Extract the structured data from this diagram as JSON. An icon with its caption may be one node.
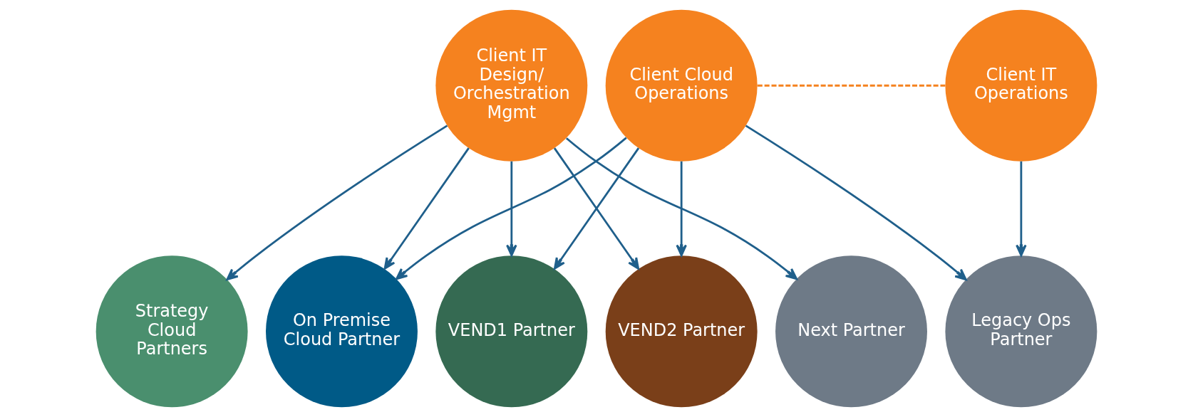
{
  "diagram": {
    "nodes": [
      {
        "text": [
          "Client IT Design/ Orchestration Mgmt"
        ]
      },
      {
        "text": [
          "Client Cloud Operations"
        ]
      },
      {
        "text": [
          "Client IT Operations"
        ]
      },
      {
        "text": [
          "Strategy Cloud Partners"
        ]
      },
      {
        "text": [
          "On Premise Cloud Partner"
        ]
      },
      {
        "text": [
          "VEND1 Partner"
        ]
      },
      {
        "text": [
          "VEND2 Partner"
        ]
      },
      {
        "text": [
          "Next Partner"
        ]
      },
      {
        "text": [
          "Legacy Ops Partner"
        ]
      }
    ],
    "edges": [
      {
        "from": 0,
        "to": 3,
        "arrow": "to"
      },
      {
        "from": 0,
        "to": 4,
        "arrow": "to"
      },
      {
        "from": 0,
        "to": 5,
        "arrow": "to"
      },
      {
        "from": 0,
        "to": 6,
        "arrow": "to"
      },
      {
        "from": 0,
        "to": 7,
        "arrow": "to"
      },
      {
        "from": 1,
        "to": 4,
        "arrow": "to"
      },
      {
        "from": 1,
        "to": 5,
        "arrow": "to"
      },
      {
        "from": 1,
        "to": 6,
        "arrow": "to"
      },
      {
        "from": 1,
        "to": 8,
        "arrow": "to"
      },
      {
        "from": 1,
        "to": 2,
        "arrow": "none",
        "style": "dashed",
        "color": "#f5821f"
      },
      {
        "from": 2,
        "to": 8,
        "arrow": "to"
      }
    ]
  }
}
